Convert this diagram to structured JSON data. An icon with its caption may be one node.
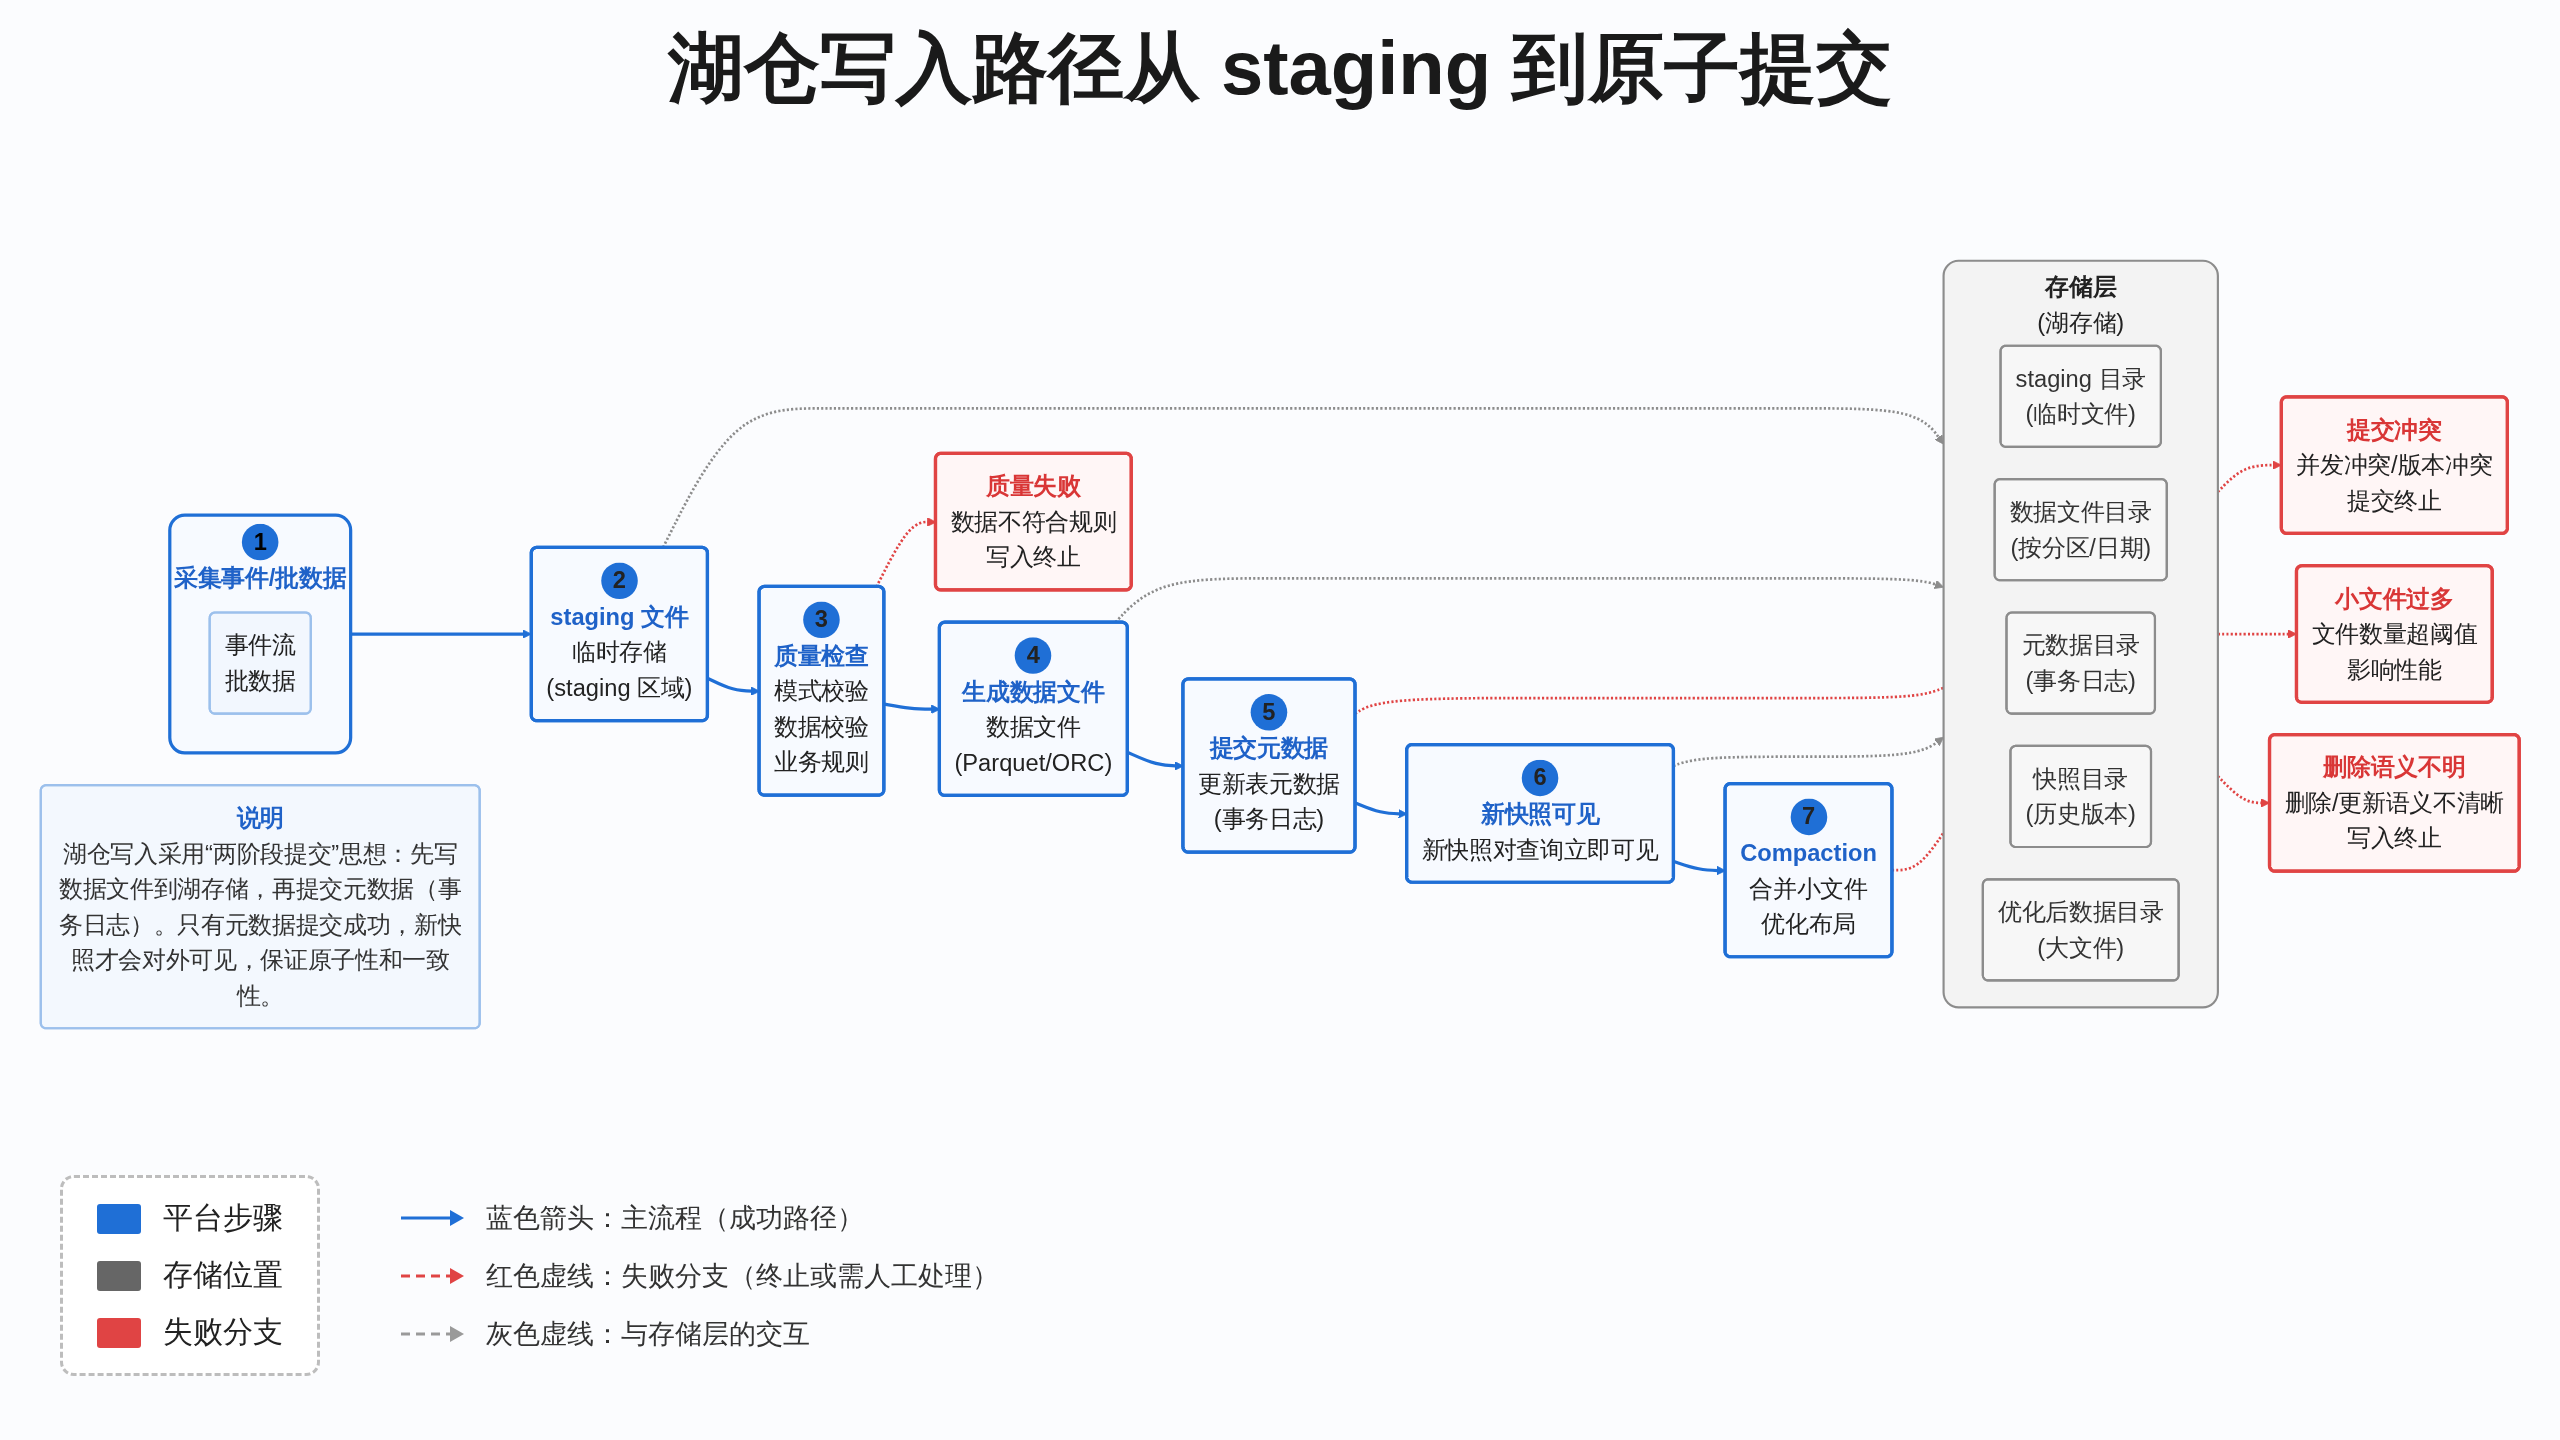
{
  "diagram": {
    "title": "湖仓写入路径从 staging 到原子提交",
    "nodes": [
      {
        "text": [
          "1",
          "采集事件/批数据"
        ]
      },
      {
        "text": [
          "事件流",
          "批数据"
        ],
        "in": 0
      },
      {
        "text": [
          "2",
          "staging 文件",
          "临时存储",
          "(staging 区域)"
        ]
      },
      {
        "text": [
          "3",
          "质量检查",
          "模式校验",
          "数据校验",
          "业务规则"
        ]
      },
      {
        "text": [
          "4",
          "生成数据文件",
          "数据文件",
          "(Parquet/ORC)"
        ]
      },
      {
        "text": [
          "5",
          "提交元数据",
          "更新表元数据",
          "(事务日志)"
        ]
      },
      {
        "text": [
          "6",
          "新快照可见",
          "新快照对查询立即可见"
        ]
      },
      {
        "text": [
          "7",
          "Compaction",
          "合并小文件",
          "优化布局"
        ]
      },
      {
        "text": [
          "存储层",
          "(湖存储)"
        ]
      },
      {
        "text": [
          "staging 目录",
          "(临时文件)"
        ],
        "in": 8
      },
      {
        "text": [
          "数据文件目录",
          "(按分区/日期)"
        ],
        "in": 8
      },
      {
        "text": [
          "元数据目录",
          "(事务日志)"
        ],
        "in": 8
      },
      {
        "text": [
          "快照目录",
          "(历史版本)"
        ],
        "in": 8
      },
      {
        "text": [
          "优化后数据目录",
          "(大文件)"
        ],
        "in": 8
      },
      {
        "text": [
          "质量失败",
          "数据不符合规则",
          "写入终止"
        ]
      },
      {
        "text": [
          "提交冲突",
          "并发冲突/版本冲突",
          "提交终止"
        ]
      },
      {
        "text": [
          "小文件过多",
          "文件数量超阈值",
          "影响性能"
        ]
      },
      {
        "text": [
          "删除语义不明",
          "删除/更新语义不清晰",
          "写入终止"
        ]
      },
      {
        "text": [
          "说明",
          "湖仓写入采用“两阶段提交”思想：先写数据文件到湖存储，再提交元数据（事务日志）。只有元数据提交成功，新快照才会对外可见，保证原子性和一致性。"
        ]
      }
    ],
    "edges": [
      {
        "from": 0,
        "to": 2,
        "arrow": "to"
      },
      {
        "from": 2,
        "to": 3,
        "arrow": "to"
      },
      {
        "from": 3,
        "to": 4,
        "arrow": "to"
      },
      {
        "from": 4,
        "to": 5,
        "arrow": "to"
      },
      {
        "from": 5,
        "to": 6,
        "arrow": "to"
      },
      {
        "from": 6,
        "to": 7,
        "arrow": "to"
      },
      {
        "from": 2,
        "to": 8,
        "arrow": "to",
        "style": "dashed",
        "color": "#8c8c8c"
      },
      {
        "from": 3,
        "to": 14,
        "arrow": "to",
        "style": "dashed",
        "color": "#e04444"
      },
      {
        "from": 4,
        "to": 8,
        "arrow": "to",
        "style": "dashed",
        "color": "#8c8c8c"
      },
      {
        "from": 5,
        "to": 8,
        "arrow": "none",
        "style": "dashed",
        "color": "#e04444"
      },
      {
        "from": 6,
        "to": 8,
        "arrow": "to",
        "style": "dashed",
        "color": "#8c8c8c"
      },
      {
        "from": 7,
        "to": 8,
        "arrow": "none",
        "style": "dashed",
        "color": "#e04444"
      },
      {
        "from": 8,
        "to": 15,
        "arrow": "to",
        "style": "dashed",
        "color": "#e04444"
      },
      {
        "from": 8,
        "to": 16,
        "arrow": "to",
        "style": "dashed",
        "color": "#e04444"
      },
      {
        "from": 8,
        "to": 17,
        "arrow": "to",
        "style": "dashed",
        "color": "#e04444"
      }
    ],
    "legend": [
      {
        "text": "平台步骤",
        "color": "#1f6fd6"
      },
      {
        "text": "存储位置",
        "color": "#666666"
      },
      {
        "text": "失败分支",
        "color": "#e04444"
      },
      {
        "text": "蓝色箭头：主流程（成功路径）"
      },
      {
        "text": "红色虚线：失败分支（终止或需人工处理）"
      },
      {
        "text": "灰色虚线：与存储层的交互"
      }
    ]
  }
}
